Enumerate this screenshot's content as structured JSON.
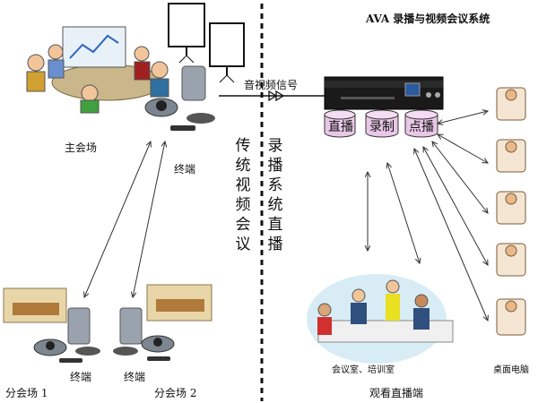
{
  "title": "AVA 录播与视频会议系统",
  "signal_label": "音视频信号",
  "section_left": "传统视频会议",
  "section_right": "录播系统直播",
  "main_venue": "主会场",
  "terminal": "终端",
  "branch_1": "分会场 1",
  "branch_2": "分会场 2",
  "services": [
    "直播",
    "录制",
    "点播"
  ],
  "meeting_room_label": "会议室、培训室",
  "desktop_label": "桌面电脑",
  "viewer_label": "观看直播端"
}
